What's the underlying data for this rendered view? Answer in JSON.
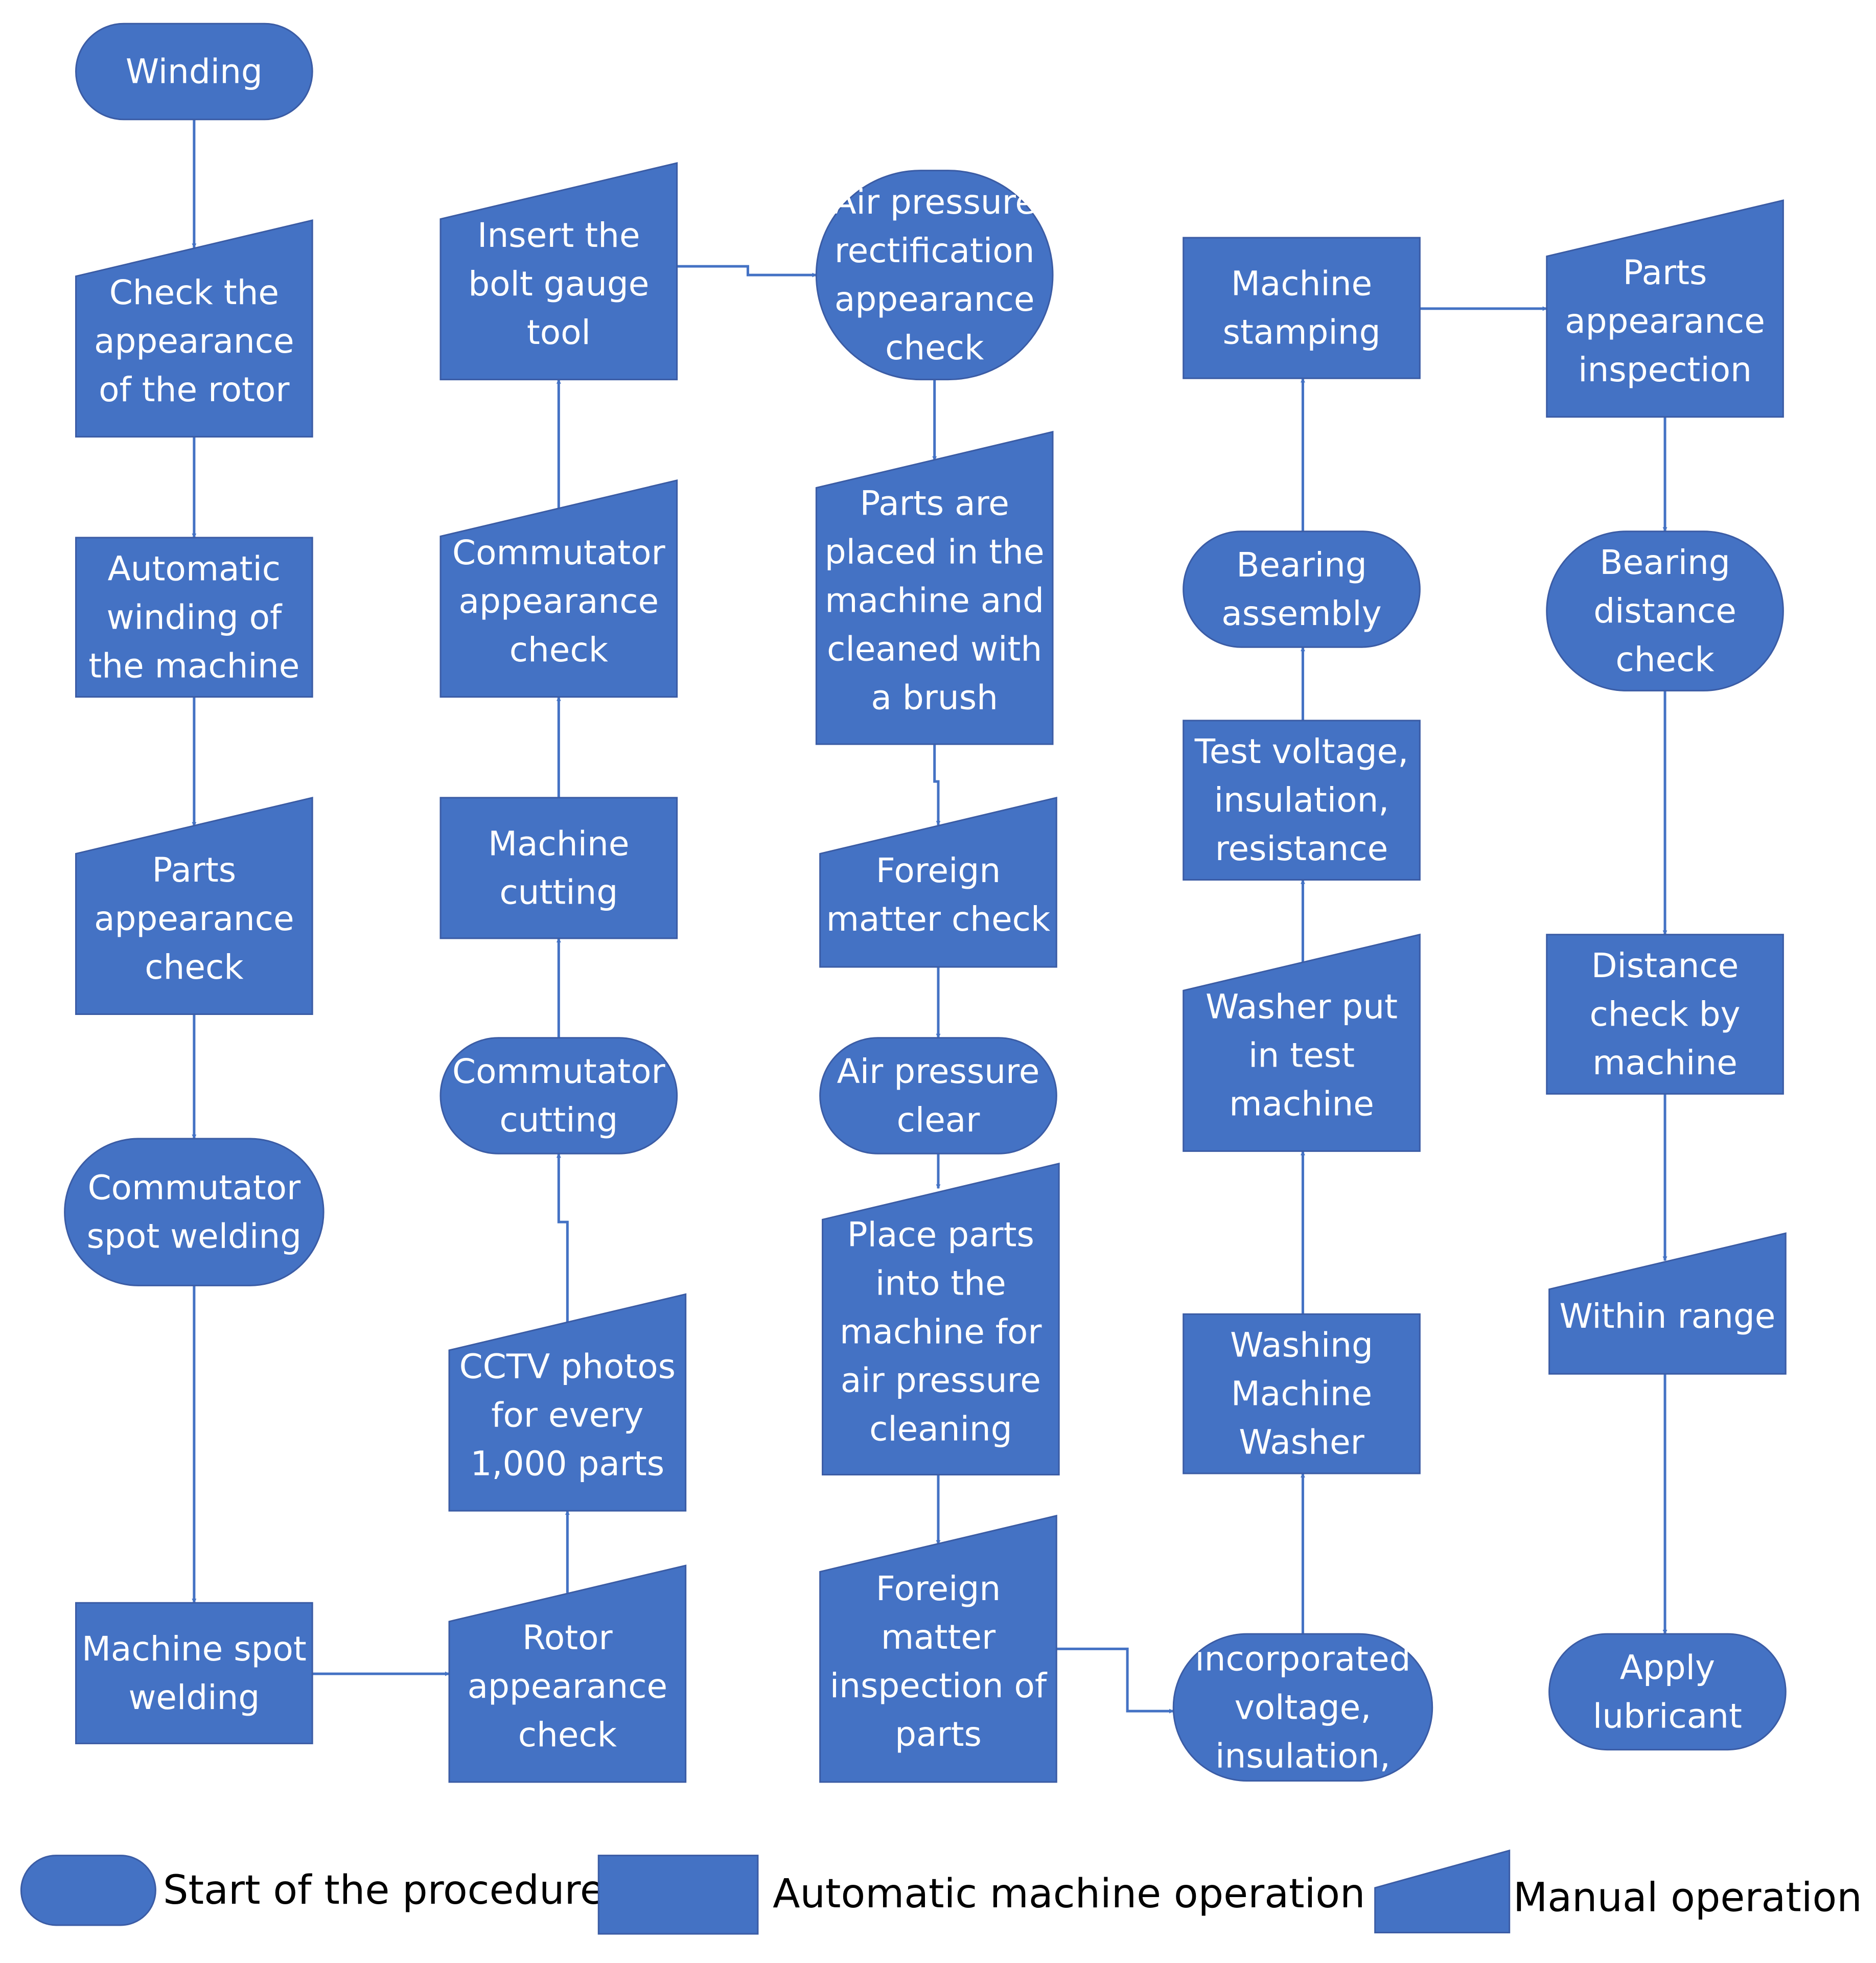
{
  "colors": {
    "shape": "#4472c4",
    "text": "#ffffff",
    "arrow": "#4472c4"
  },
  "nodes": [
    {
      "id": "winding",
      "kind": "start",
      "lines": [
        "Winding"
      ]
    },
    {
      "id": "check-rotor",
      "kind": "manual",
      "lines": [
        "Check the",
        "appearance",
        "of the rotor"
      ]
    },
    {
      "id": "auto-winding",
      "kind": "auto",
      "lines": [
        "Automatic",
        "winding of",
        "the machine"
      ]
    },
    {
      "id": "parts-appearance-check",
      "kind": "manual",
      "lines": [
        "Parts",
        "appearance",
        "check"
      ]
    },
    {
      "id": "commutator-spot-welding",
      "kind": "start",
      "lines": [
        "Commutator",
        "spot welding"
      ]
    },
    {
      "id": "machine-spot-welding",
      "kind": "auto",
      "lines": [
        "Machine spot",
        "welding"
      ]
    },
    {
      "id": "rotor-appearance-check",
      "kind": "manual",
      "lines": [
        "Rotor",
        "appearance",
        "check"
      ]
    },
    {
      "id": "cctv-photos",
      "kind": "manual",
      "lines": [
        "CCTV photos",
        "for every",
        "1,000 parts"
      ]
    },
    {
      "id": "commutator-cutting",
      "kind": "start",
      "lines": [
        "Commutator",
        "cutting"
      ]
    },
    {
      "id": "machine-cutting",
      "kind": "auto",
      "lines": [
        "Machine",
        "cutting"
      ]
    },
    {
      "id": "commutator-appearance-check",
      "kind": "manual",
      "lines": [
        "Commutator",
        "appearance",
        "check"
      ]
    },
    {
      "id": "insert-bolt-gauge",
      "kind": "manual",
      "lines": [
        "Insert the",
        "bolt gauge",
        "tool"
      ]
    },
    {
      "id": "air-pressure-rectification",
      "kind": "start",
      "lines": [
        "Air pressure",
        "rectification",
        "appearance",
        "check"
      ]
    },
    {
      "id": "parts-brush-cleaned",
      "kind": "manual",
      "lines": [
        "Parts are",
        "placed in the",
        "machine and",
        "cleaned with",
        "a brush"
      ]
    },
    {
      "id": "foreign-matter-check",
      "kind": "manual",
      "lines": [
        "Foreign",
        "matter check"
      ]
    },
    {
      "id": "air-pressure-clear",
      "kind": "start",
      "lines": [
        "Air pressure",
        "clear"
      ]
    },
    {
      "id": "place-parts-air-cleaning",
      "kind": "manual",
      "lines": [
        "Place parts",
        "into the",
        "machine for",
        "air pressure",
        "cleaning"
      ]
    },
    {
      "id": "foreign-matter-inspection",
      "kind": "manual",
      "lines": [
        "Foreign",
        "matter",
        "inspection of",
        "parts"
      ]
    },
    {
      "id": "incorporated-voltage",
      "kind": "start",
      "lines": [
        "incorporated",
        "voltage,",
        "insulation,"
      ]
    },
    {
      "id": "washing-machine-washer",
      "kind": "auto",
      "lines": [
        "Washing",
        "Machine",
        "Washer"
      ]
    },
    {
      "id": "washer-test-machine",
      "kind": "manual",
      "lines": [
        "Washer put",
        "in test",
        "machine"
      ]
    },
    {
      "id": "test-voltage",
      "kind": "auto",
      "lines": [
        "Test voltage,",
        "insulation,",
        "resistance"
      ]
    },
    {
      "id": "bearing-assembly",
      "kind": "start",
      "lines": [
        "Bearing",
        "assembly"
      ]
    },
    {
      "id": "machine-stamping",
      "kind": "auto",
      "lines": [
        "Machine",
        "stamping"
      ]
    },
    {
      "id": "parts-appearance-inspection",
      "kind": "manual",
      "lines": [
        "Parts",
        "appearance",
        "inspection"
      ]
    },
    {
      "id": "bearing-distance-check",
      "kind": "start",
      "lines": [
        "Bearing",
        "distance",
        "check"
      ]
    },
    {
      "id": "distance-check-machine",
      "kind": "auto",
      "lines": [
        "Distance",
        "check by",
        "machine"
      ]
    },
    {
      "id": "within-range",
      "kind": "manual",
      "lines": [
        "Within range"
      ]
    },
    {
      "id": "apply-lubricant",
      "kind": "start",
      "lines": [
        "Apply",
        "lubricant"
      ]
    }
  ],
  "legend": [
    {
      "kind": "start",
      "label": "Start of the procedure"
    },
    {
      "kind": "auto",
      "label": "Automatic machine operation"
    },
    {
      "kind": "manual",
      "label": "Manual operation"
    }
  ]
}
